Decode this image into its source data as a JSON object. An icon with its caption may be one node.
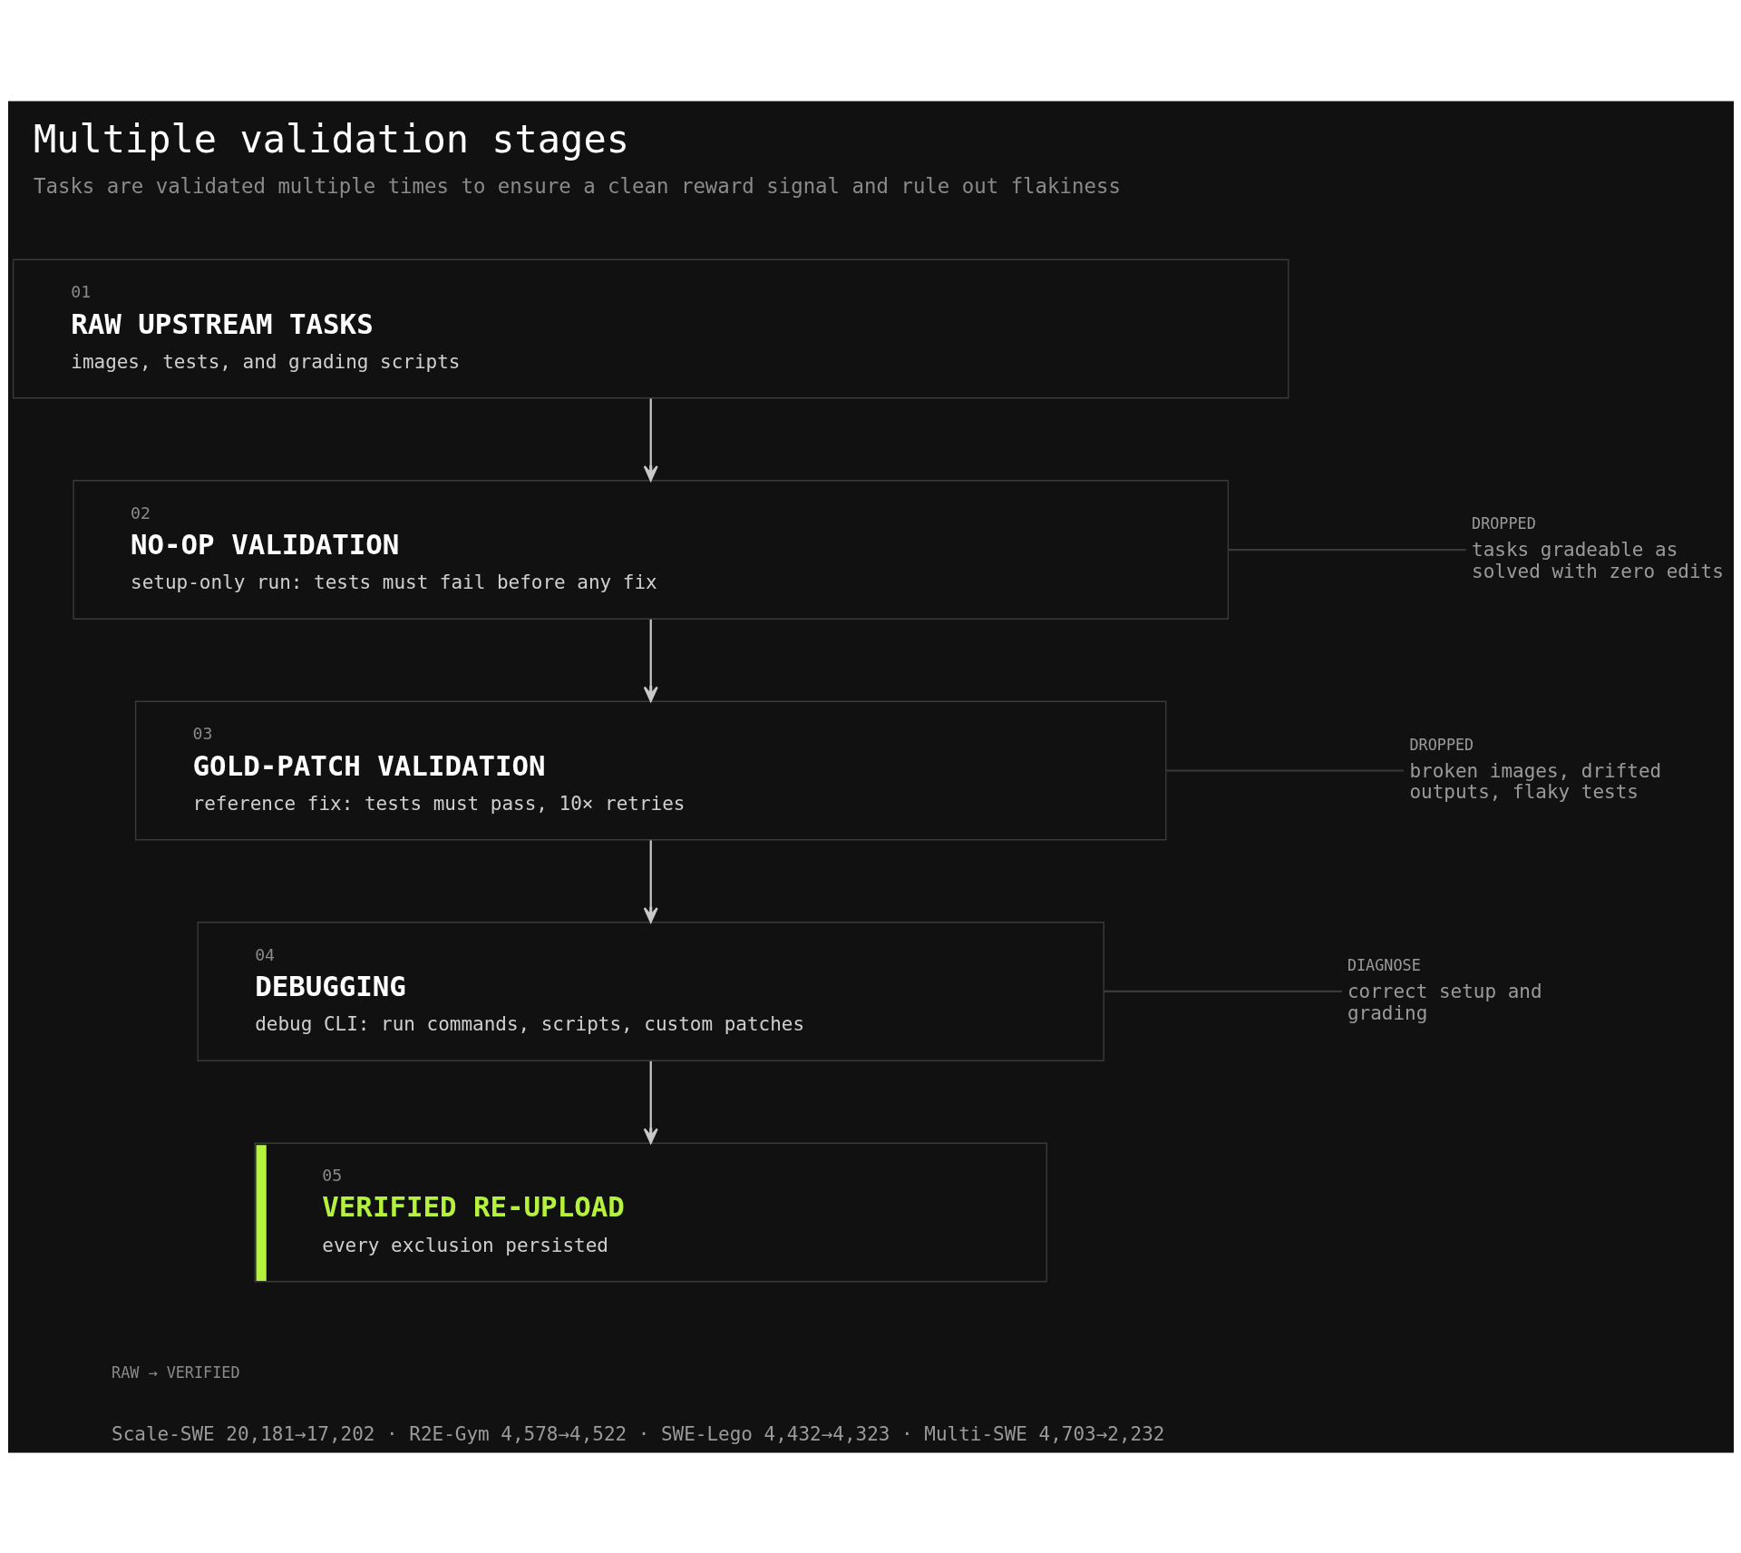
{
  "diagram": {
    "title": "Multiple validation stages",
    "caption": "Tasks are validated multiple times to ensure a clean reward signal and rule out flakiness",
    "nodes": [
      {
        "text": [
          "01",
          "RAW UPSTREAM TASKS",
          "images, tests, and grading scripts"
        ]
      },
      {
        "text": [
          "02",
          "NO-OP VALIDATION",
          "setup-only run: tests must fail before any fix"
        ]
      },
      {
        "text": [
          "DROPPED",
          "tasks gradeable as solved with zero edits"
        ]
      },
      {
        "text": [
          "03",
          "GOLD-PATCH VALIDATION",
          "reference fix: tests must pass, 10× retries"
        ]
      },
      {
        "text": [
          "DROPPED",
          "broken images, drifted outputs, flaky tests"
        ]
      },
      {
        "text": [
          "04",
          "DEBUGGING",
          "debug CLI: run commands, scripts, custom patches"
        ]
      },
      {
        "text": [
          "DIAGNOSE",
          "correct setup and grading"
        ]
      },
      {
        "text": [
          "05",
          "VERIFIED RE-UPLOAD",
          "every exclusion persisted"
        ]
      }
    ],
    "edges": [
      {
        "from": 0,
        "to": 1,
        "arrow": "to"
      },
      {
        "from": 1,
        "to": 2,
        "arrow": "none",
        "color": "#3a3a3a"
      },
      {
        "from": 1,
        "to": 3,
        "arrow": "to"
      },
      {
        "from": 3,
        "to": 4,
        "arrow": "none",
        "color": "#3a3a3a"
      },
      {
        "from": 3,
        "to": 5,
        "arrow": "to"
      },
      {
        "from": 5,
        "to": 6,
        "arrow": "none",
        "color": "#3a3a3a"
      },
      {
        "from": 5,
        "to": 7,
        "arrow": "to"
      }
    ],
    "labels": [
      "RAW → VERIFIED",
      "Scale-SWE 20,181→17,202 · R2E-Gym 4,578→4,522 · SWE-Lego 4,432→4,323 · Multi-SWE 4,703→2,232"
    ]
  }
}
